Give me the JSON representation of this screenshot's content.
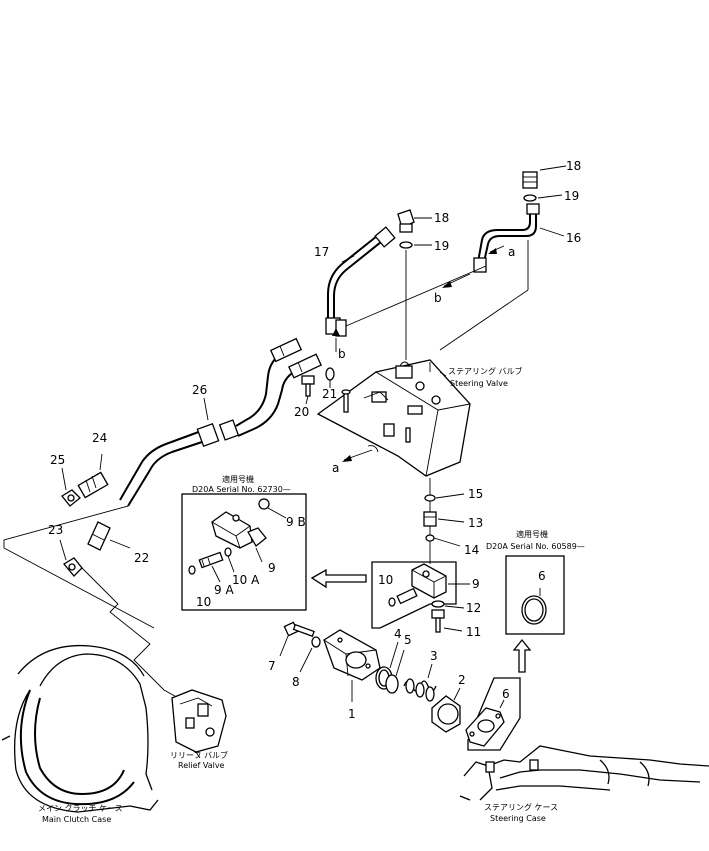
{
  "callouts": {
    "n18a": "18",
    "n19a": "19",
    "n16": "16",
    "n18b": "18",
    "n19b": "19",
    "n17": "17",
    "n21": "21",
    "n20": "20",
    "n26": "26",
    "n24": "24",
    "n25": "25",
    "n23": "23",
    "n22": "22",
    "n15": "15",
    "n13": "13",
    "n14": "14",
    "n9": "9",
    "n10": "10",
    "n12": "12",
    "n11": "11",
    "n7": "7",
    "n8": "8",
    "n1": "1",
    "n4": "4",
    "n5": "5",
    "n3": "3",
    "n2": "2",
    "n6b": "6",
    "inset_n9b": "9 B",
    "inset_n9": "9",
    "inset_n10a": "10 A",
    "inset_n9a": "9 A",
    "inset_n10": "10",
    "right_n6": "6"
  },
  "flow_markers": {
    "a_top": "a",
    "b_top": "b",
    "b_mid": "b",
    "a_left": "a"
  },
  "labels": {
    "steering_valve_jp": "ステアリング バルブ",
    "steering_valve_en": "Steering Valve",
    "relief_valve_jp": "リリーフ バルブ",
    "relief_valve_en": "Relief Valve",
    "main_clutch_jp": "メイン クラッチ ケース",
    "main_clutch_en": "Main Clutch Case",
    "steering_case_jp": "ステアリング ケース",
    "steering_case_en": "Steering Case"
  },
  "inset_left": {
    "title_jp": "適用号機",
    "serial": "D20A  Serial  No. 62730—"
  },
  "inset_right": {
    "title_jp": "適用号機",
    "serial": "D20A  Serial  No. 60589—"
  }
}
